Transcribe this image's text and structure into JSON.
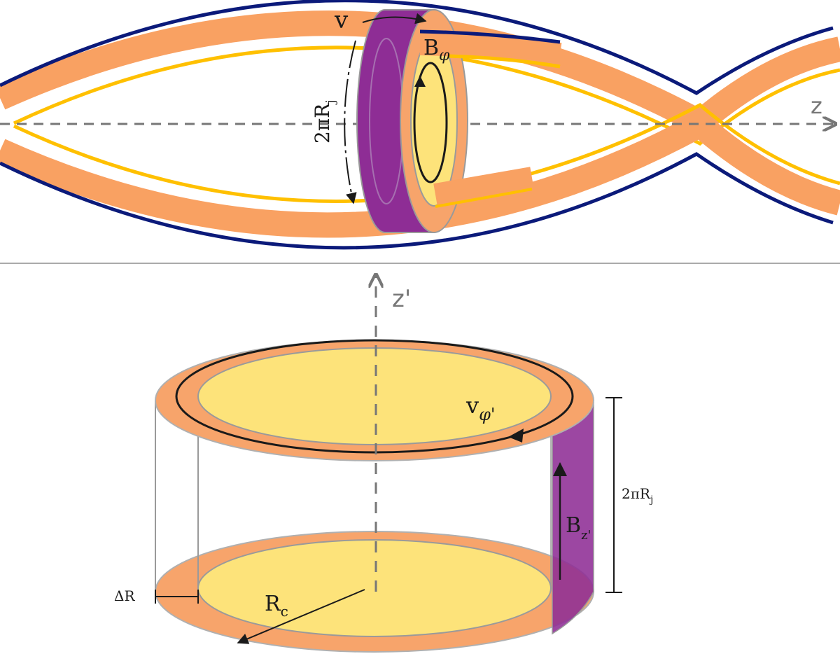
{
  "colors": {
    "jet_band": "#f9a162",
    "jet_edge_outer": "#0b1a7a",
    "jet_edge_inner": "#ffc000",
    "core": "#fde37a",
    "sheath": "#f7a46b",
    "flux_band": "#8e2d95",
    "axis": "#777777",
    "divider": "#aaaaaa",
    "rim": "#9a9a9a"
  },
  "top_panel": {
    "v_label": "v",
    "b_main": "B",
    "b_sub": "φ",
    "circ_main": "2πR",
    "circ_sub": "j",
    "axis_label": "z"
  },
  "bottom_panel": {
    "axis_main": "z",
    "axis_prime": "'",
    "v_main": "v",
    "v_sub": "φ'",
    "b_main": "B",
    "b_sub": "z'",
    "height_main": "2πR",
    "height_sub": "j",
    "radius_main": "R",
    "radius_sub": "c",
    "delta_label": "ΔR"
  }
}
